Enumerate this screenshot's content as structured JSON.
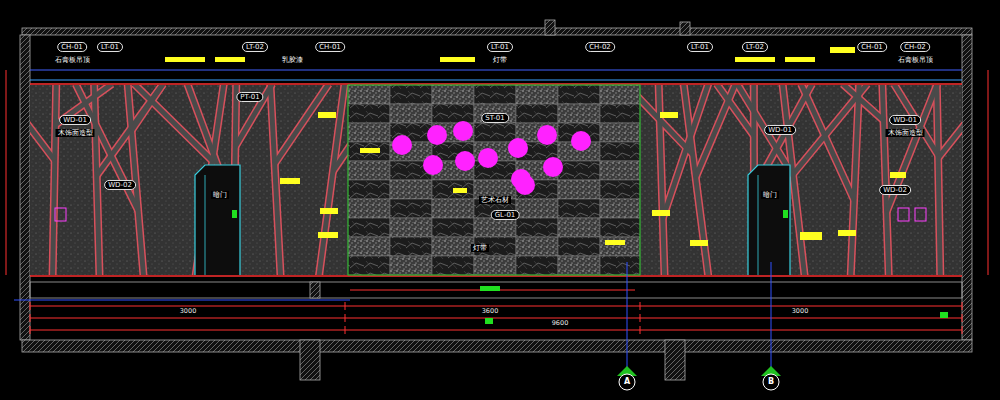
{
  "diagram": {
    "labels": [
      "CH-01",
      "LT-01",
      "LT-02",
      "CH-01",
      "LT-01",
      "CH-02",
      "LT-01",
      "LT-02",
      "CH-01",
      "CH-02",
      "石膏板吊顶",
      "乳胶漆",
      "灯带",
      "石膏板吊顶",
      "WD-01",
      "木饰面造型",
      "PT-01",
      "WD-02",
      "WD-01",
      "WD-01",
      "木饰面造型",
      "WD-02",
      "暗门",
      "暗门",
      "ST-01",
      "艺术石材",
      "GL-01",
      "灯带",
      "3000",
      "3600",
      "3000",
      "9600",
      "A",
      "B"
    ]
  }
}
